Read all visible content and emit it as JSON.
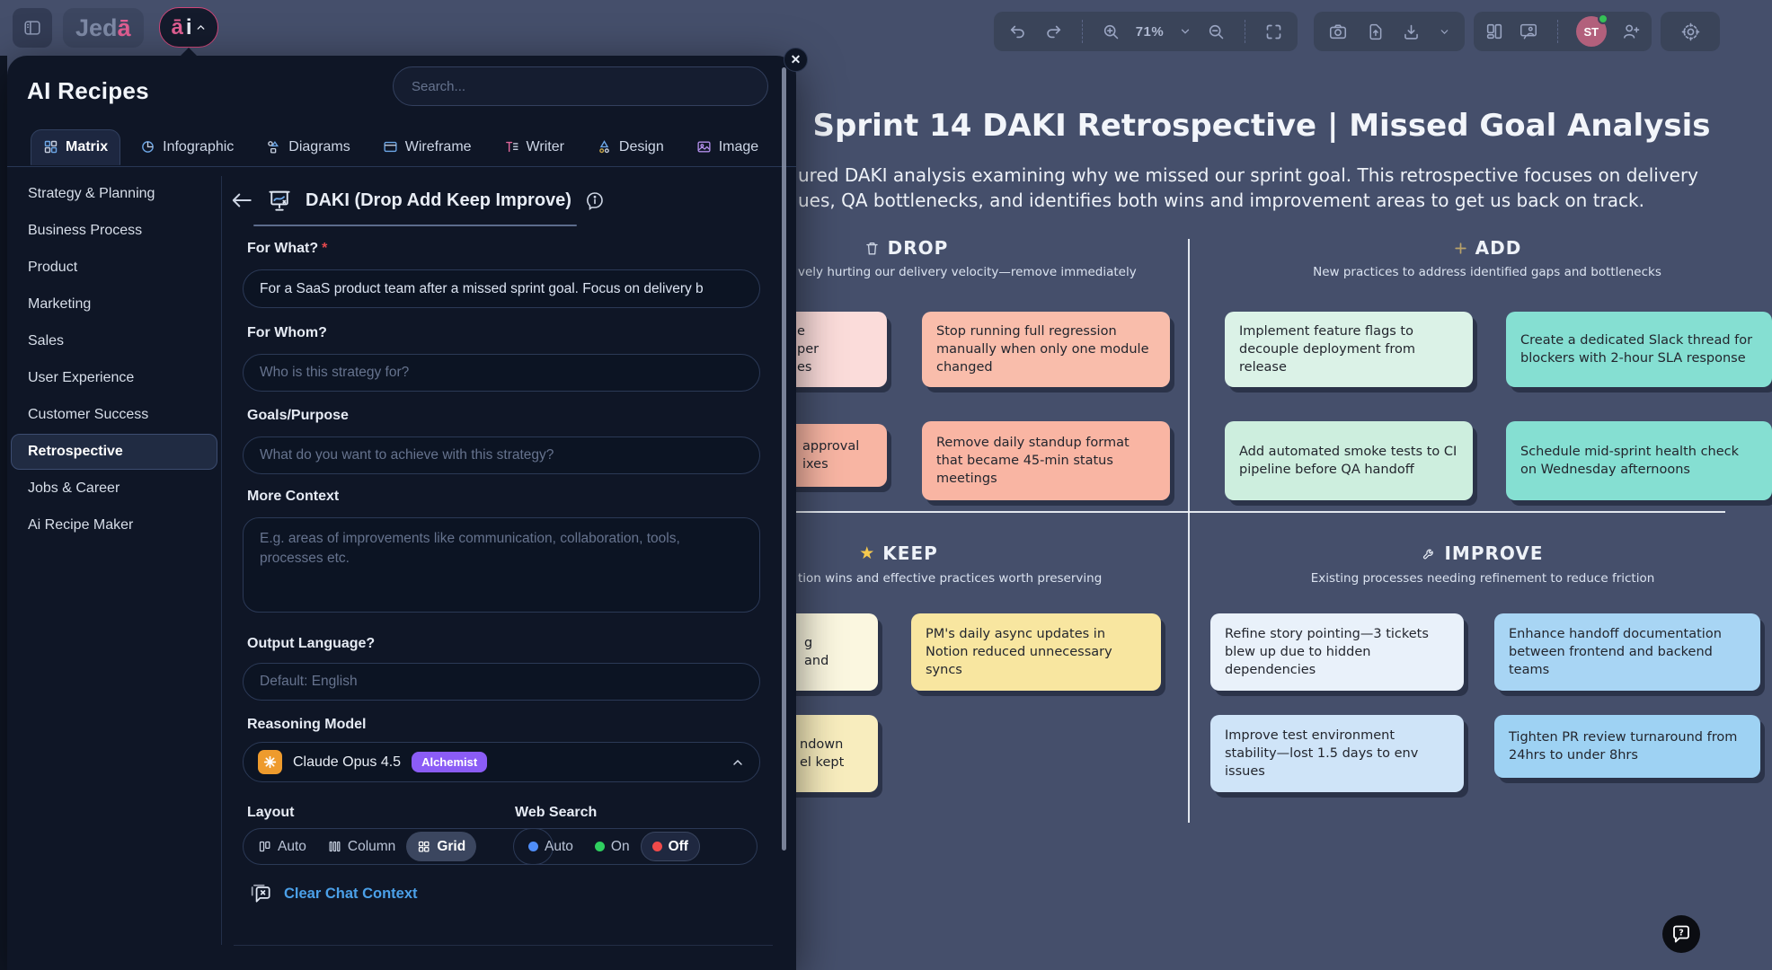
{
  "topbar": {
    "logo_prefix": "Jed",
    "logo_suffix": "ā",
    "ai_a": "ā",
    "ai_i": "i",
    "zoom_level": "71%",
    "avatar_initials": "ST"
  },
  "colors": {
    "accent_pink": "#cf4679",
    "link_blue": "#4ba0e8",
    "badge_purple": "#8b5cf6",
    "web_auto_dot": "#4f8df7",
    "web_on_dot": "#2fcf5f",
    "web_off_dot": "#f04a4a",
    "panel_bg": "#0f1626",
    "canvas_bg": "#454f6b"
  },
  "panel": {
    "title": "AI Recipes",
    "search_placeholder": "Search...",
    "selected_tab": "Matrix",
    "tabs": [
      {
        "label": "Matrix",
        "icon": "grid"
      },
      {
        "label": "Infographic",
        "icon": "pie"
      },
      {
        "label": "Diagrams",
        "icon": "shapes"
      },
      {
        "label": "Wireframe",
        "icon": "window"
      },
      {
        "label": "Writer",
        "icon": "text"
      },
      {
        "label": "Design",
        "icon": "design"
      },
      {
        "label": "Image",
        "icon": "image"
      }
    ],
    "selected_category": "Retrospective",
    "categories": [
      "Strategy & Planning",
      "Business Process",
      "Product",
      "Marketing",
      "Sales",
      "User Experience",
      "Customer Success",
      "Retrospective",
      "Jobs & Career",
      "Ai Recipe Maker"
    ],
    "form": {
      "title": "DAKI (Drop Add Keep Improve)",
      "for_what_label": "For What?",
      "for_what_value": "For a SaaS product team after a missed sprint goal. Focus on delivery b",
      "for_whom_label": "For Whom?",
      "for_whom_placeholder": "Who is this strategy for?",
      "goals_label": "Goals/Purpose",
      "goals_placeholder": "What do you want to achieve with this strategy?",
      "context_label": "More Context",
      "context_placeholder": "E.g. areas of improvements like communication, collaboration, tools, processes etc.",
      "language_label": "Output Language?",
      "language_placeholder": "Default: English",
      "model_label": "Reasoning Model",
      "model_value": "Claude Opus 4.5",
      "model_badge": "Alchemist",
      "layout_label": "Layout",
      "layout_options": [
        "Auto",
        "Column",
        "Grid"
      ],
      "layout_selected": "Grid",
      "web_label": "Web Search",
      "web_options": [
        "Auto",
        "On",
        "Off"
      ],
      "web_selected": "Off",
      "clear_chat": "Clear Chat Context"
    }
  },
  "canvas": {
    "title": "Sprint 14 DAKI Retrospective | Missed Goal Analysis",
    "subtitle_line1": "ured DAKI analysis examining why we missed our sprint goal. This retrospective focuses on delivery",
    "subtitle_line2": "ues, QA bottlenecks, and identifies both wins and improvement areas to get us back on track.",
    "quadrants": {
      "drop": {
        "title": "DROP",
        "icon": "trash",
        "subtitle": "vely hurting our delivery velocity—remove immediately"
      },
      "add": {
        "title": "ADD",
        "icon": "plus",
        "subtitle": "New practices to address identified gaps and bottlenecks"
      },
      "keep": {
        "title": "KEEP",
        "icon": "star",
        "subtitle": "tion wins and effective practices worth preserving"
      },
      "improve": {
        "title": "IMPROVE",
        "icon": "wrench",
        "subtitle": "Existing processes needing refinement to reduce friction"
      }
    },
    "notes": [
      {
        "text": "e\nper\nes",
        "color": "#fbdcda"
      },
      {
        "text": "Stop running full regression manually when only one module changed",
        "color": "#f9bdab"
      },
      {
        "text": "approval\nixes",
        "color": "#f8b5a3"
      },
      {
        "text": "Remove daily standup format that became 45-min status meetings",
        "color": "#f9b5a3"
      },
      {
        "text": "Implement feature flags to decouple deployment from release",
        "color": "#dbf2e7"
      },
      {
        "text": "Create a dedicated Slack thread for blockers with 2-hour SLA response",
        "color": "#85dfd2"
      },
      {
        "text": "Add automated smoke tests to CI pipeline before QA handoff",
        "color": "#cdeede"
      },
      {
        "text": "Schedule mid-sprint health check on Wednesday afternoons",
        "color": "#85dfd2"
      },
      {
        "text": "g\nand",
        "color": "#fbf7e0"
      },
      {
        "text": "PM's daily async updates in Notion reduced unnecessary syncs",
        "color": "#f8e6a0"
      },
      {
        "text": "ndown\nel kept",
        "color": "#f8edbe"
      },
      {
        "text": "Refine story pointing—3 tickets blew up due to hidden dependencies",
        "color": "#e9f1fa"
      },
      {
        "text": "Enhance handoff documentation between frontend and backend teams",
        "color": "#a8d5f4"
      },
      {
        "text": "Improve test environment stability—lost 1.5 days to env issues",
        "color": "#cfe4f8"
      },
      {
        "text": "Tighten PR review turnaround from 24hrs to under 8hrs",
        "color": "#9ed2f3"
      }
    ],
    "help_label": "?"
  }
}
